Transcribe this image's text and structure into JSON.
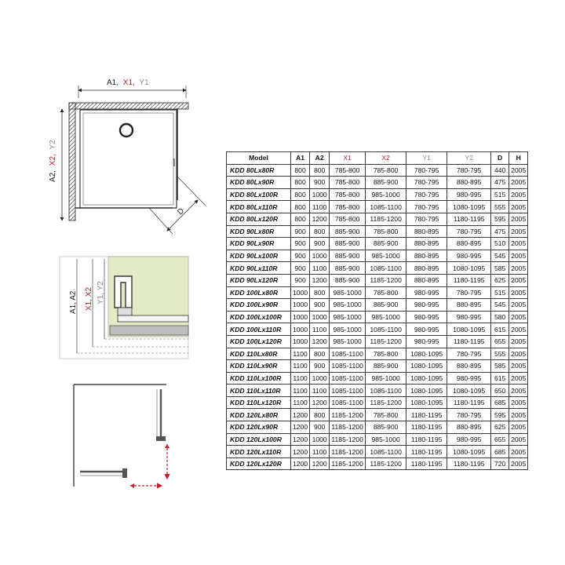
{
  "dims_top": {
    "a1": "A1,",
    "x1": "X1,",
    "y1": "Y1"
  },
  "dims_side": {
    "a2": "A2,",
    "x2": "X2,",
    "y2": "Y2"
  },
  "d_label": "D",
  "profile_dims": {
    "a1a2": "A1, A2",
    "x1x2": "X1, X2",
    "y1y2": "Y1, Y2"
  },
  "colors": {
    "red": "#c0202a",
    "gray": "#8a8a8a",
    "profile_fill": "#e3ebc6"
  },
  "table": {
    "headers": [
      "Model",
      "A1",
      "A2",
      "X1",
      "X2",
      "Y1",
      "Y2",
      "D",
      "H"
    ],
    "rows": [
      [
        "KDD 80Lx80R",
        "800",
        "800",
        "785-800",
        "785-800",
        "780-795",
        "780-795",
        "440",
        "2005"
      ],
      [
        "KDD 80Lx90R",
        "800",
        "900",
        "785-800",
        "885-900",
        "780-795",
        "880-895",
        "475",
        "2005"
      ],
      [
        "KDD 80Lx100R",
        "800",
        "1000",
        "785-800",
        "985-1000",
        "780-795",
        "980-995",
        "515",
        "2005"
      ],
      [
        "KDD 80Lx110R",
        "800",
        "1100",
        "785-800",
        "1085-1100",
        "780-795",
        "1080-1095",
        "555",
        "2005"
      ],
      [
        "KDD 80Lx120R",
        "800",
        "1200",
        "785-800",
        "1185-1200",
        "780-795",
        "1180-1195",
        "595",
        "2005"
      ],
      [
        "KDD 90Lx80R",
        "900",
        "800",
        "885-900",
        "785-800",
        "880-895",
        "780-795",
        "475",
        "2005"
      ],
      [
        "KDD 90Lx90R",
        "900",
        "900",
        "885-900",
        "885-900",
        "880-895",
        "880-895",
        "510",
        "2005"
      ],
      [
        "KDD 90Lx100R",
        "900",
        "1000",
        "885-900",
        "985-1000",
        "880-895",
        "980-995",
        "545",
        "2005"
      ],
      [
        "KDD 90Lx110R",
        "900",
        "1100",
        "885-900",
        "1085-1100",
        "880-895",
        "1080-1095",
        "585",
        "2005"
      ],
      [
        "KDD 90Lx120R",
        "900",
        "1200",
        "885-900",
        "1185-1200",
        "880-895",
        "1180-1195",
        "625",
        "2005"
      ],
      [
        "KDD 100Lx80R",
        "1000",
        "800",
        "985-1000",
        "785-800",
        "980-995",
        "780-795",
        "515",
        "2005"
      ],
      [
        "KDD 100Lx90R",
        "1000",
        "900",
        "985-1000",
        "885-900",
        "980-995",
        "880-895",
        "545",
        "2005"
      ],
      [
        "KDD 100Lx100R",
        "1000",
        "1000",
        "985-1000",
        "985-1000",
        "980-995",
        "980-995",
        "580",
        "2005"
      ],
      [
        "KDD 100Lx110R",
        "1000",
        "1100",
        "985-1000",
        "1085-1100",
        "980-995",
        "1080-1095",
        "615",
        "2005"
      ],
      [
        "KDD 100Lx120R",
        "1000",
        "1200",
        "985-1000",
        "1185-1200",
        "980-995",
        "1180-1195",
        "655",
        "2005"
      ],
      [
        "KDD 110Lx80R",
        "1100",
        "800",
        "1085-1100",
        "785-800",
        "1080-1095",
        "780-795",
        "555",
        "2005"
      ],
      [
        "KDD 110Lx90R",
        "1100",
        "900",
        "1085-1100",
        "885-900",
        "1080-1095",
        "880-895",
        "585",
        "2005"
      ],
      [
        "KDD 110Lx100R",
        "1100",
        "1000",
        "1085-1100",
        "985-1000",
        "1080-1095",
        "980-995",
        "615",
        "2005"
      ],
      [
        "KDD 110Lx110R",
        "1100",
        "1100",
        "1085-1100",
        "1085-1100",
        "1080-1095",
        "1080-1095",
        "650",
        "2005"
      ],
      [
        "KDD 110Lx120R",
        "1100",
        "1200",
        "1085-1100",
        "1185-1200",
        "1080-1095",
        "1180-1195",
        "685",
        "2005"
      ],
      [
        "KDD 120Lx80R",
        "1200",
        "800",
        "1185-1200",
        "785-800",
        "1180-1195",
        "780-795",
        "595",
        "2005"
      ],
      [
        "KDD 120Lx90R",
        "1200",
        "900",
        "1185-1200",
        "885-900",
        "1180-1195",
        "880-895",
        "625",
        "2005"
      ],
      [
        "KDD 120Lx100R",
        "1200",
        "1000",
        "1185-1200",
        "985-1000",
        "1180-1195",
        "980-995",
        "655",
        "2005"
      ],
      [
        "KDD 120Lx110R",
        "1200",
        "1100",
        "1185-1200",
        "1085-1100",
        "1180-1195",
        "1080-1095",
        "685",
        "2005"
      ],
      [
        "KDD 120Lx120R",
        "1200",
        "1200",
        "1185-1200",
        "1185-1200",
        "1180-1195",
        "1180-1195",
        "720",
        "2005"
      ]
    ]
  }
}
